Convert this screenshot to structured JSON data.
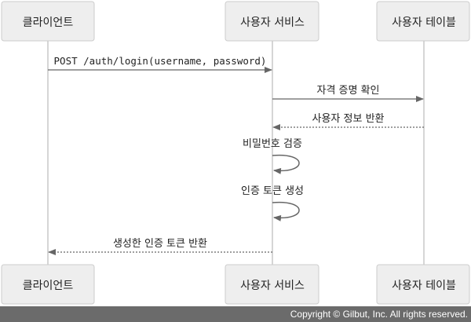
{
  "participants": [
    {
      "id": "client",
      "label": "클라이언트"
    },
    {
      "id": "service",
      "label": "사용자 서비스"
    },
    {
      "id": "table",
      "label": "사용자 테이블"
    }
  ],
  "messages": [
    {
      "from": "client",
      "to": "service",
      "label": "POST /auth/login(username, password)",
      "style": "solid",
      "mono": true
    },
    {
      "from": "service",
      "to": "table",
      "label": "자격 증명 확인",
      "style": "solid"
    },
    {
      "from": "table",
      "to": "service",
      "label": "사용자 정보 반환",
      "style": "dashed"
    },
    {
      "from": "service",
      "to": "service",
      "label": "비밀번호 검증",
      "style": "solid"
    },
    {
      "from": "service",
      "to": "service",
      "label": "인증 토큰 생성",
      "style": "solid"
    },
    {
      "from": "service",
      "to": "client",
      "label": "생성한 인증 토큰 반환",
      "style": "dashed"
    }
  ],
  "footer": "Copyright © Gilbut, Inc. All rights reserved.",
  "colors": {
    "box_fill": "#eeeeee",
    "box_stroke": "#cccccc",
    "line": "#666666",
    "lifeline": "#bbbbbb",
    "footer": "#6b6b6b"
  }
}
